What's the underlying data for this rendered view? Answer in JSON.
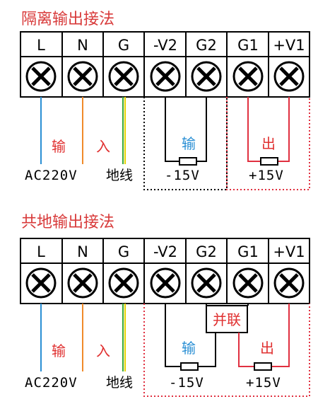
{
  "sections": [
    {
      "title": "隔离输出接法",
      "terminals": [
        "L",
        "N",
        "G",
        "-V2",
        "G2",
        "G1",
        "+V1"
      ],
      "input_char_left": "输",
      "input_char_right": "入",
      "ac_label": "AC220V",
      "ground_label": "地线",
      "neg_output_char": "输",
      "pos_output_char": "出",
      "neg_voltage": "-15V",
      "pos_voltage": "+15V"
    },
    {
      "title": "共地输出接法",
      "terminals": [
        "L",
        "N",
        "G",
        "-V2",
        "G2",
        "G1",
        "+V1"
      ],
      "input_char_left": "输",
      "input_char_right": "入",
      "ac_label": "AC220V",
      "ground_label": "地线",
      "parallel_label": "并联",
      "neg_output_char": "输",
      "pos_output_char": "出",
      "neg_voltage": "-15V",
      "pos_voltage": "+15V"
    }
  ],
  "colors": {
    "title": "#d83a3a",
    "wire_L": "#2a8fd4",
    "wire_N": "#f08a2a",
    "wire_G_green": "#3aa83a",
    "wire_G_yellow": "#e6d200",
    "pos_wire": "#e03040",
    "neg_wire": "#000000",
    "blue_text": "#2a8fd4",
    "red_text": "#e03030"
  },
  "icons": [
    "screw-terminal-icon",
    "resistor-icon"
  ]
}
